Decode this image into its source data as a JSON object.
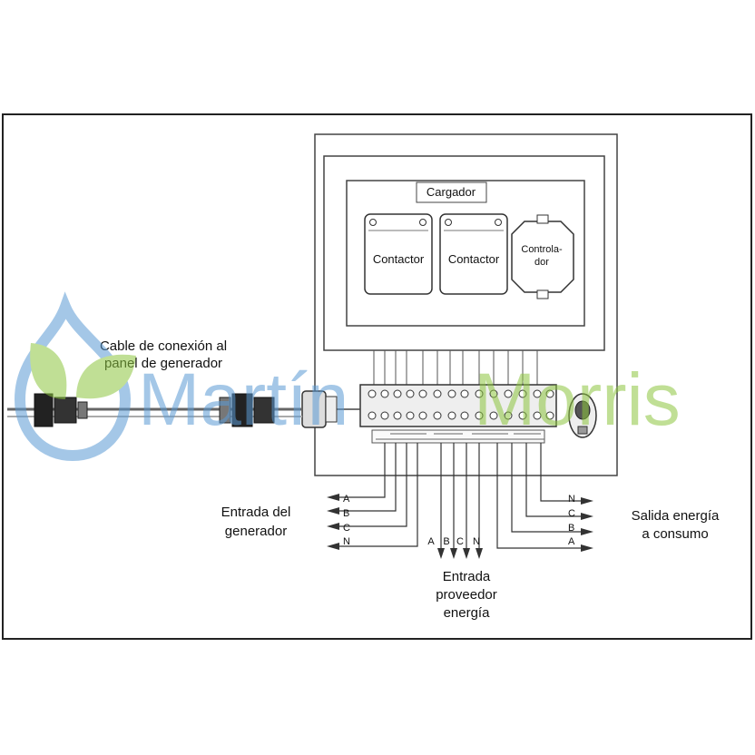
{
  "components": {
    "charger": "Cargador",
    "contactor_1": "Contactor",
    "contactor_2": "Contactor",
    "controller_line1": "Controla-",
    "controller_line2": "dor"
  },
  "captions": {
    "generator_cable_line1": "Cable de conexión al",
    "generator_cable_line2": "panel de generador",
    "generator_input_line1": "Entrada del",
    "generator_input_line2": "generador",
    "consumer_output_line1": "Salida energía",
    "consumer_output_line2": "a consumo",
    "supplier_input_line1": "Entrada",
    "supplier_input_line2": "proveedor",
    "supplier_input_line3": "energía"
  },
  "phases": {
    "generator": [
      "A",
      "B",
      "C",
      "N"
    ],
    "supplier": [
      "A",
      "B",
      "C",
      "N"
    ],
    "consumer": [
      "N",
      "C",
      "B",
      "A"
    ]
  },
  "watermark": {
    "brand_part1": "Martín",
    "brand_part2": "Morris",
    "color_blue": "#5b9bd5",
    "color_green": "#8dc63f"
  }
}
